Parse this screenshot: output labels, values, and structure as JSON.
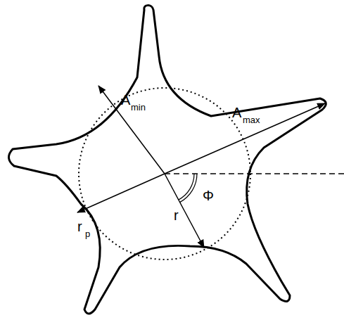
{
  "diagram": {
    "labels": [
      "A",
      "min",
      "A",
      "max",
      "r",
      "p",
      "r",
      "Φ"
    ]
  }
}
